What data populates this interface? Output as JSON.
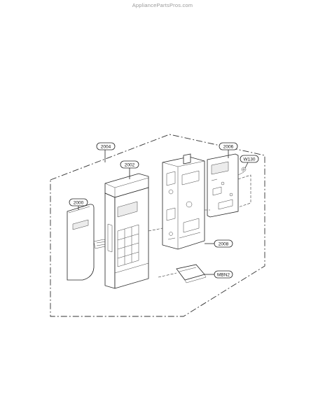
{
  "watermark": "AppliancePartsPros.com",
  "callouts": {
    "c2004": "2004",
    "c2002": "2002",
    "c2006": "2006",
    "cW130": "W130",
    "c2000": "2000",
    "c2008": "2008",
    "cMBN2": "MBN2"
  }
}
